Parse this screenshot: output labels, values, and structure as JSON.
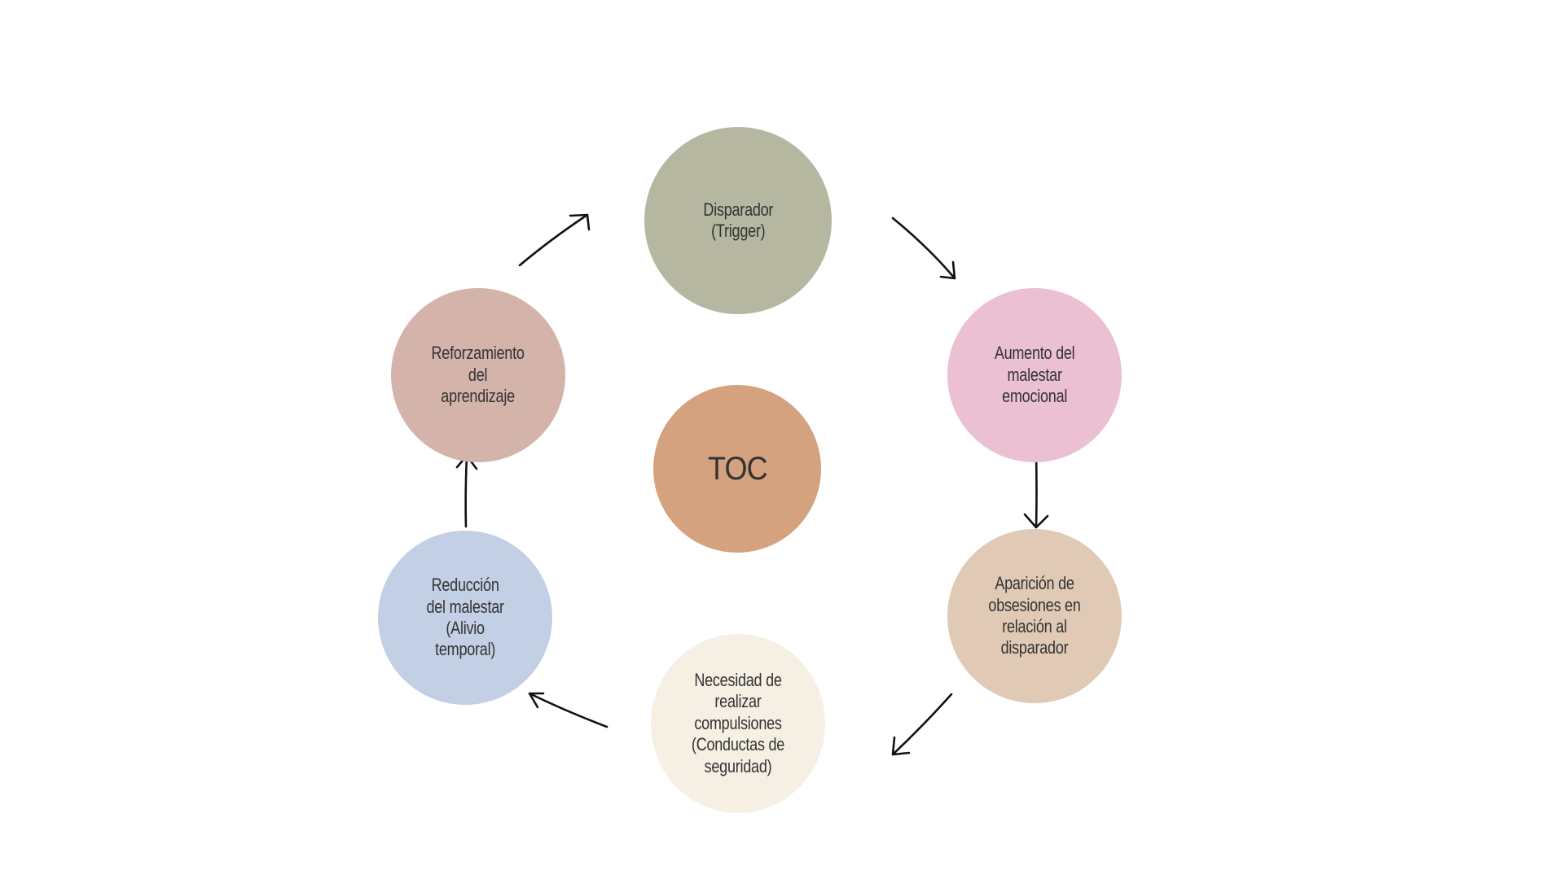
{
  "diagram": {
    "center": {
      "label": "TOC",
      "color": "#d4a27e"
    },
    "steps": [
      {
        "id": "trigger",
        "label": "Disparador\n(Trigger)",
        "color": "#b6b7a1"
      },
      {
        "id": "distress",
        "label": "Aumento del\nmalestar\nemocional",
        "color": "#ebc0d3"
      },
      {
        "id": "obsessions",
        "label": "Aparición de\nobsesiones en\nrelación al\ndisparador",
        "color": "#e0cab6"
      },
      {
        "id": "compulsions",
        "label": "Necesidad de\nrealizar compulsiones\n(Conductas de\nseguridad)",
        "color": "#f5efe4"
      },
      {
        "id": "relief",
        "label": "Reducción\ndel malestar\n(Alivio\ntemporal)",
        "color": "#c3cfe5"
      },
      {
        "id": "reinforcement",
        "label": "Reforzamiento\ndel\naprendizaje",
        "color": "#d4b3aa"
      }
    ],
    "arrows": [
      {
        "from": "trigger",
        "to": "distress"
      },
      {
        "from": "distress",
        "to": "obsessions"
      },
      {
        "from": "obsessions",
        "to": "compulsions"
      },
      {
        "from": "compulsions",
        "to": "relief"
      },
      {
        "from": "relief",
        "to": "reinforcement"
      },
      {
        "from": "reinforcement",
        "to": "trigger"
      }
    ]
  }
}
